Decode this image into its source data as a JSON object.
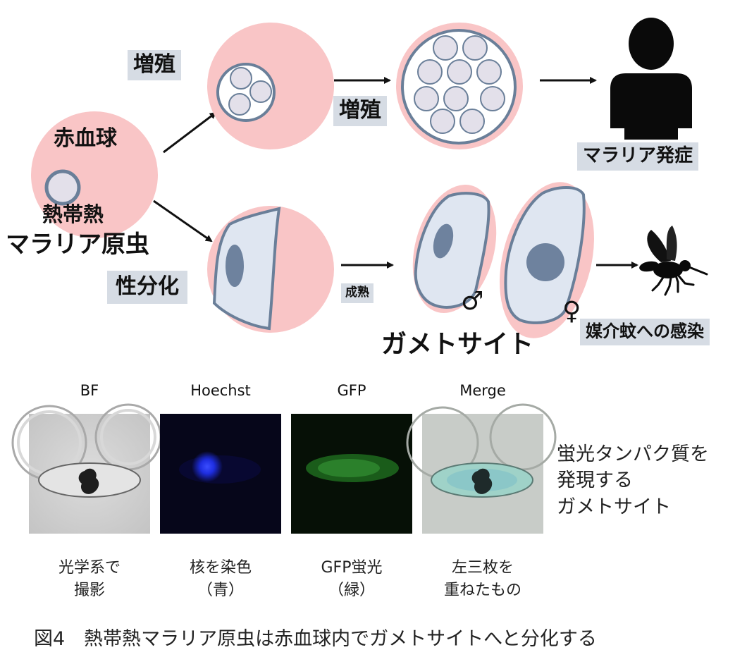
{
  "diagram": {
    "rbc_label": "赤血球",
    "parasite_label_line1": "熱帯熱",
    "parasite_label_line2": "マラリア原虫",
    "proliferation_label_1": "増殖",
    "proliferation_label_2": "増殖",
    "sexual_differentiation_label": "性分化",
    "maturation_label": "成熟",
    "malaria_onset_label": "マラリア発症",
    "gametocyte_label": "ガメトサイト",
    "male_symbol": "♂",
    "female_symbol": "♀",
    "mosquito_infection_label": "媒介蚊への感染",
    "colors": {
      "rbc": "#f9c5c6",
      "parasite_fill": "#e3e0ea",
      "parasite_stroke": "#6a7f99",
      "gametocyte_fill": "#dfe6f1",
      "nucleus": "#6e829e",
      "label_box": "#d6dce4"
    },
    "icons": [
      "person-icon",
      "mosquito-icon"
    ]
  },
  "micrographs": {
    "panels": [
      {
        "label": "BF",
        "caption_line1": "光学系で",
        "caption_line2": "撮影"
      },
      {
        "label": "Hoechst",
        "caption_line1": "核を染色",
        "caption_line2": "（青）"
      },
      {
        "label": "GFP",
        "caption_line1": "GFP蛍光",
        "caption_line2": "（緑）"
      },
      {
        "label": "Merge",
        "caption_line1": "左三枚を",
        "caption_line2": "重ねたもの"
      }
    ],
    "note_line1": "蛍光タンパク質を",
    "note_line2": "発現する",
    "note_line3": "ガメトサイト"
  },
  "figure_caption": "図4　熱帯熱マラリア原虫は赤血球内でガメトサイトへと分化する"
}
